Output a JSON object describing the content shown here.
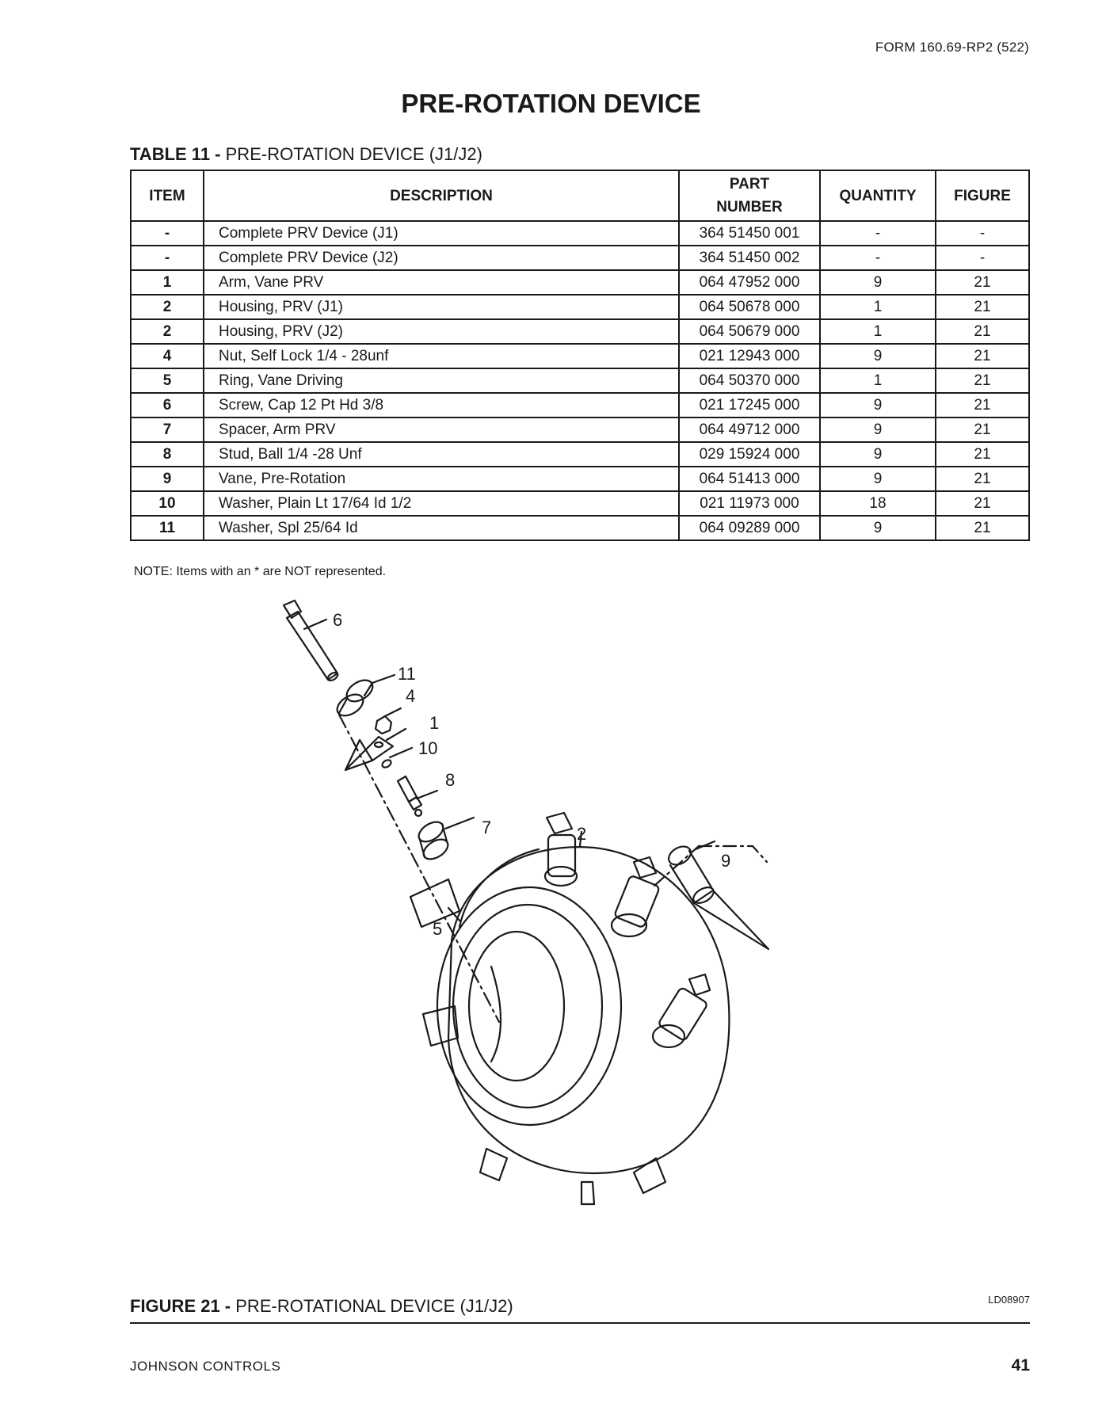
{
  "header": {
    "form_number": "FORM 160.69-RP2 (522)",
    "title": "PRE-ROTATION DEVICE"
  },
  "table": {
    "caption_label": "TABLE 11 -",
    "caption_text": " PRE-ROTATION DEVICE (J1/J2)",
    "columns": {
      "item": "ITEM",
      "description": "DESCRIPTION",
      "part_number_line1": "PART",
      "part_number_line2": "NUMBER",
      "quantity": "QUANTITY",
      "figure": "FIGURE"
    },
    "rows": [
      {
        "item": "-",
        "description": "Complete PRV Device (J1)",
        "part_number": "364 51450 001",
        "quantity": "-",
        "figure": "-"
      },
      {
        "item": "-",
        "description": "Complete PRV Device (J2)",
        "part_number": "364 51450 002",
        "quantity": "-",
        "figure": "-"
      },
      {
        "item": "1",
        "description": "Arm, Vane PRV",
        "part_number": "064 47952 000",
        "quantity": "9",
        "figure": "21"
      },
      {
        "item": "2",
        "description": "Housing, PRV (J1)",
        "part_number": "064 50678 000",
        "quantity": "1",
        "figure": "21"
      },
      {
        "item": "2",
        "description": "Housing, PRV (J2)",
        "part_number": "064 50679 000",
        "quantity": "1",
        "figure": "21"
      },
      {
        "item": "4",
        "description": "Nut, Self Lock 1/4 - 28unf",
        "part_number": "021 12943 000",
        "quantity": "9",
        "figure": "21"
      },
      {
        "item": "5",
        "description": "Ring, Vane Driving",
        "part_number": "064 50370 000",
        "quantity": "1",
        "figure": "21"
      },
      {
        "item": "6",
        "description": "Screw, Cap 12 Pt Hd 3/8",
        "part_number": "021 17245 000",
        "quantity": "9",
        "figure": "21"
      },
      {
        "item": "7",
        "description": "Spacer, Arm PRV",
        "part_number": "064 49712 000",
        "quantity": "9",
        "figure": "21"
      },
      {
        "item": "8",
        "description": "Stud, Ball 1/4 -28 Unf",
        "part_number": "029 15924 000",
        "quantity": "9",
        "figure": "21"
      },
      {
        "item": "9",
        "description": "Vane, Pre-Rotation",
        "part_number": "064 51413 000",
        "quantity": "9",
        "figure": "21"
      },
      {
        "item": "10",
        "description": "Washer, Plain Lt 17/64 Id 1/2",
        "part_number": "021 11973 000",
        "quantity": "18",
        "figure": "21"
      },
      {
        "item": "11",
        "description": "Washer, Spl 25/64 Id",
        "part_number": "064 09289 000",
        "quantity": "9",
        "figure": "21"
      }
    ],
    "note": "NOTE: Items with an * are NOT represented."
  },
  "figure": {
    "callouts": [
      "6",
      "11",
      "4",
      "1",
      "10",
      "8",
      "7",
      "2",
      "9",
      "5"
    ],
    "caption_label": "FIGURE 21 -",
    "caption_text": " PRE-ROTATIONAL DEVICE (J1/J2)",
    "code": "LD08907"
  },
  "footer": {
    "company": "JOHNSON CONTROLS",
    "page_number": "41"
  }
}
